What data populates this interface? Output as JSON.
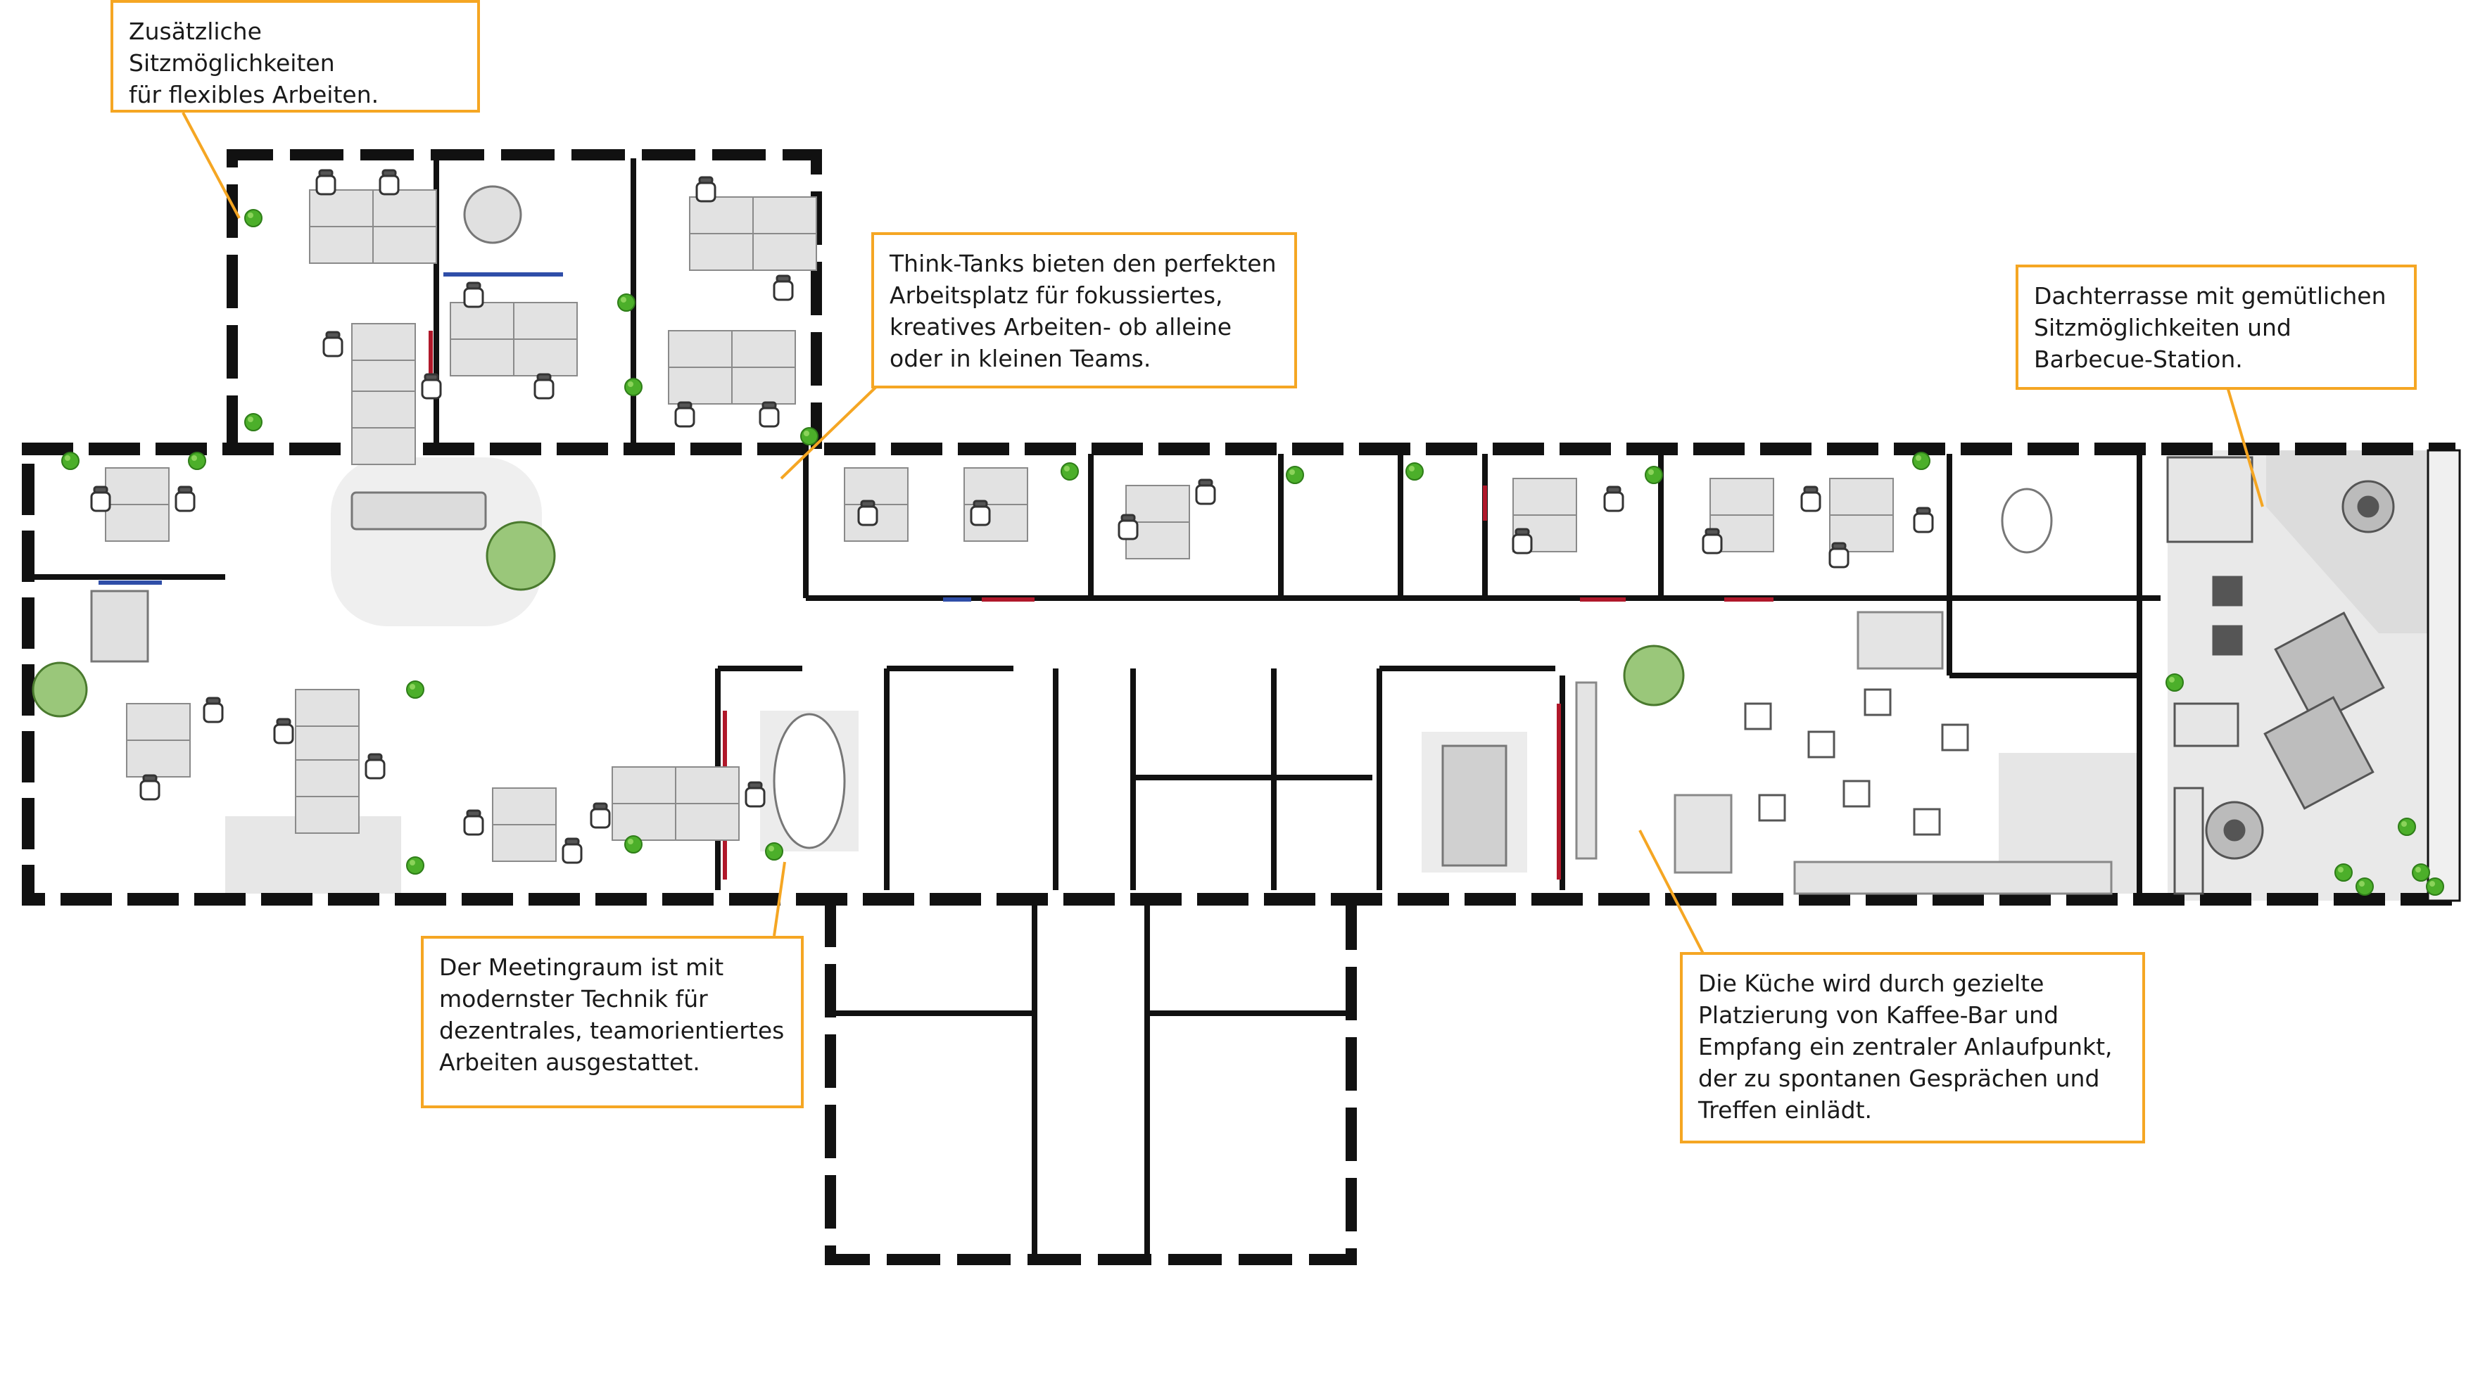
{
  "colors": {
    "wall": "#111111",
    "callout_border": "#f5a623",
    "plant": "#4caf2a",
    "accent_red": "#b0182a",
    "accent_blue": "#2f4ea8",
    "floor_gray": "#eeeeee"
  },
  "callouts": [
    {
      "id": "flexible-seating",
      "lines": [
        "Zusätzliche Sitzmöglichkeiten",
        "für flexibles Arbeiten."
      ]
    },
    {
      "id": "think-tanks",
      "lines": [
        "Think-Tanks bieten den perfekten",
        "Arbeitsplatz für fokussiertes,",
        "kreatives Arbeiten- ob alleine",
        "oder in kleinen Teams."
      ]
    },
    {
      "id": "roof-terrace",
      "lines": [
        "Dachterrasse mit gemütlichen",
        "Sitzmöglichkeiten und",
        "Barbecue-Station."
      ]
    },
    {
      "id": "meeting-room",
      "lines": [
        "Der Meetingraum ist mit",
        "modernster Technik für",
        "dezentrales, teamorientiertes",
        "Arbeiten ausgestattet."
      ]
    },
    {
      "id": "kitchen",
      "lines": [
        "Die Küche wird durch gezielte",
        "Platzierung von Kaffee-Bar und",
        "Empfang ein zentraler Anlaufpunkt,",
        "der zu spontanen Gesprächen und",
        "Treffen einlädt."
      ]
    }
  ]
}
